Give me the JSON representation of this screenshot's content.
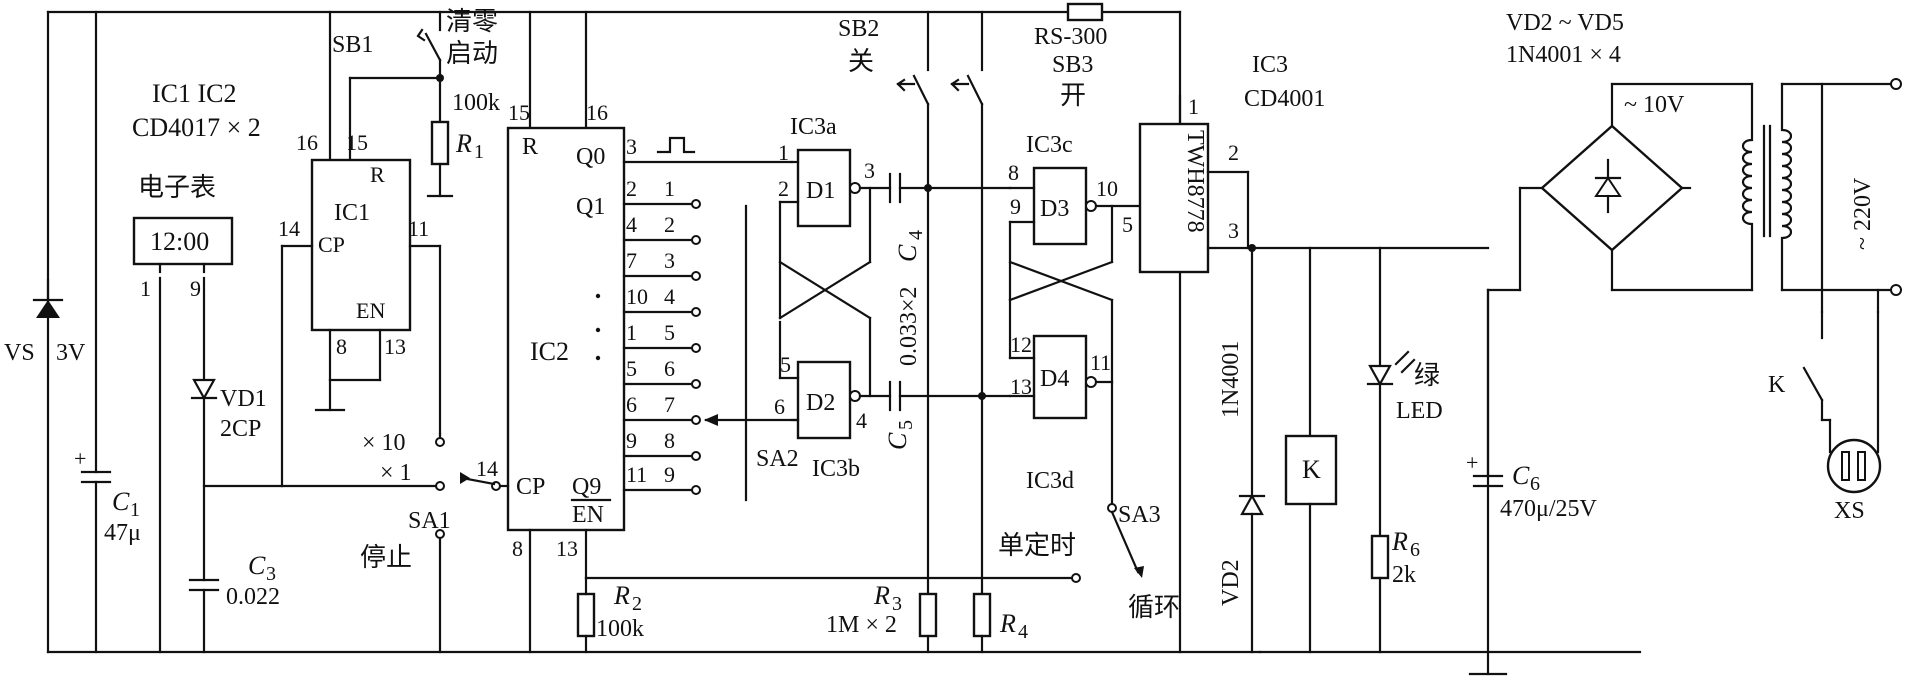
{
  "components": {
    "vs": "VS",
    "vs_volt": "3V",
    "c1": "C",
    "c1_sub": "1",
    "c1_val": "47μ",
    "ic12_title1": "IC1 IC2",
    "ic12_title2": "CD4017 × 2",
    "clock": "电子表",
    "clock_display": "12:00",
    "clock_pin1": "1",
    "clock_pin9": "9",
    "vd1": "VD1",
    "vd1_type": "2CP",
    "c3": "C",
    "c3_sub": "3",
    "c3_val": "0.022",
    "ic1": "IC1",
    "ic1_r": "R",
    "ic1_cp": "CP",
    "ic1_en": "EN",
    "ic1_p16": "16",
    "ic1_p15": "15",
    "ic1_p14": "14",
    "ic1_p11": "11",
    "ic1_p8": "8",
    "ic1_p13": "13",
    "sb1": "SB1",
    "sb1_l1": "清零",
    "sb1_l2": "启动",
    "r1": "R",
    "r1_sub": "1",
    "r1_val": "100k",
    "ic2": "IC2",
    "ic2_r": "R",
    "ic2_q0": "Q0",
    "ic2_q1": "Q1",
    "ic2_cp": "CP",
    "ic2_q9": "Q9",
    "ic2_en": "EN",
    "ic2_p15": "15",
    "ic2_p16": "16",
    "ic2_p8": "8",
    "ic2_p13": "13",
    "ic2_p14": "14",
    "ic2_p3": "3",
    "sa1": "SA1",
    "sa1_x10": "× 10",
    "sa1_x1": "× 1",
    "sa1_stop": "停止",
    "r2": "R",
    "r2_sub": "2",
    "r2_val": "100k",
    "ic2_outpins": [
      "2",
      "4",
      "7",
      "10",
      "1",
      "5",
      "6",
      "9",
      "11"
    ],
    "sa2_pos": [
      "1",
      "2",
      "3",
      "4",
      "5",
      "6",
      "7",
      "8",
      "9"
    ],
    "sa2": "SA2",
    "ic3a": "IC3a",
    "ic3b": "IC3b",
    "ic3c": "IC3c",
    "ic3d": "IC3d",
    "d1": "D1",
    "d2": "D2",
    "d3": "D3",
    "d4": "D4",
    "d1_p1": "1",
    "d1_p2": "2",
    "d1_p3": "3",
    "d2_p5": "5",
    "d2_p6": "6",
    "d2_p4": "4",
    "d3_p8": "8",
    "d3_p9": "9",
    "d3_p10": "10",
    "d4_p12": "12",
    "d4_p13": "13",
    "d4_p11": "11",
    "c4": "C",
    "c4_sub": "4",
    "c5": "C",
    "c5_sub": "5",
    "c45_val": "0.033×2",
    "sb2": "SB2",
    "sb2_l": "关",
    "sb3": "SB3",
    "sb3_l": "开",
    "rs": "RS-300",
    "r3": "R",
    "r3_sub": "3",
    "r3_val": "1M × 2",
    "r4": "R",
    "r4_sub": "4",
    "sa3": "SA3",
    "sa3_single": "单定时",
    "sa3_loop": "循环",
    "ic3_title1": "IC3",
    "ic3_title2": "CD4001",
    "twh": "TWH8778",
    "twh_p1": "1",
    "twh_p2": "2",
    "twh_p3": "3",
    "twh_p5": "5",
    "diode_1n4001": "1N4001",
    "vd2": "VD2",
    "relay": "K",
    "led_green": "绿",
    "led": "LED",
    "r6": "R",
    "r6_sub": "6",
    "r6_val": "2k",
    "c6": "C",
    "c6_sub": "6",
    "c6_val": "470μ/25V",
    "vd25_title1": "VD2 ~ VD5",
    "vd25_title2": "1N4001 × 4",
    "ac10": "~ 10V",
    "ac220": "~ 220V",
    "k_contact": "K",
    "xs": "XS"
  }
}
